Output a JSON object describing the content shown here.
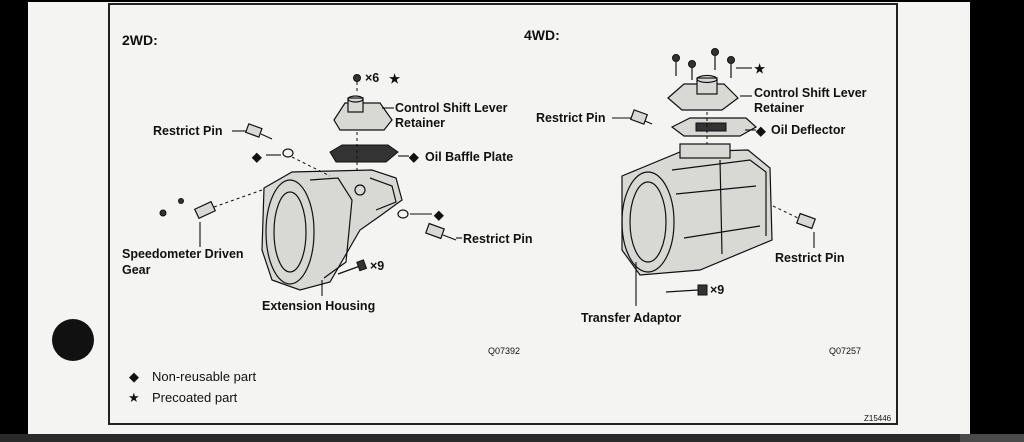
{
  "sections": {
    "left_title": "2WD:",
    "right_title": "4WD:"
  },
  "labels_2wd": {
    "bolt_count": "×6",
    "control_shift_line1": "Control Shift Lever",
    "control_shift_line2": "Retainer",
    "restrict_pin_top": "Restrict Pin",
    "oil_baffle": "Oil Baffle Plate",
    "speedometer_line1": "Speedometer Driven",
    "speedometer_line2": "Gear",
    "restrict_pin_right": "Restrict Pin",
    "bolt_count_housing": "×9",
    "extension_housing": "Extension Housing",
    "figure_code": "Q07392"
  },
  "labels_4wd": {
    "control_shift_line1": "Control Shift Lever",
    "control_shift_line2": "Retainer",
    "restrict_pin_left": "Restrict Pin",
    "oil_deflector": "Oil Deflector",
    "restrict_pin_right": "Restrict Pin",
    "bolt_count": "×9",
    "transfer_adaptor": "Transfer Adaptor",
    "figure_code": "Q07257"
  },
  "symbols": {
    "diamond": "◆",
    "star": "★"
  },
  "legend": {
    "non_reusable": "Non-reusable part",
    "precoated": "Precoated part"
  },
  "page_code": "Z15446"
}
